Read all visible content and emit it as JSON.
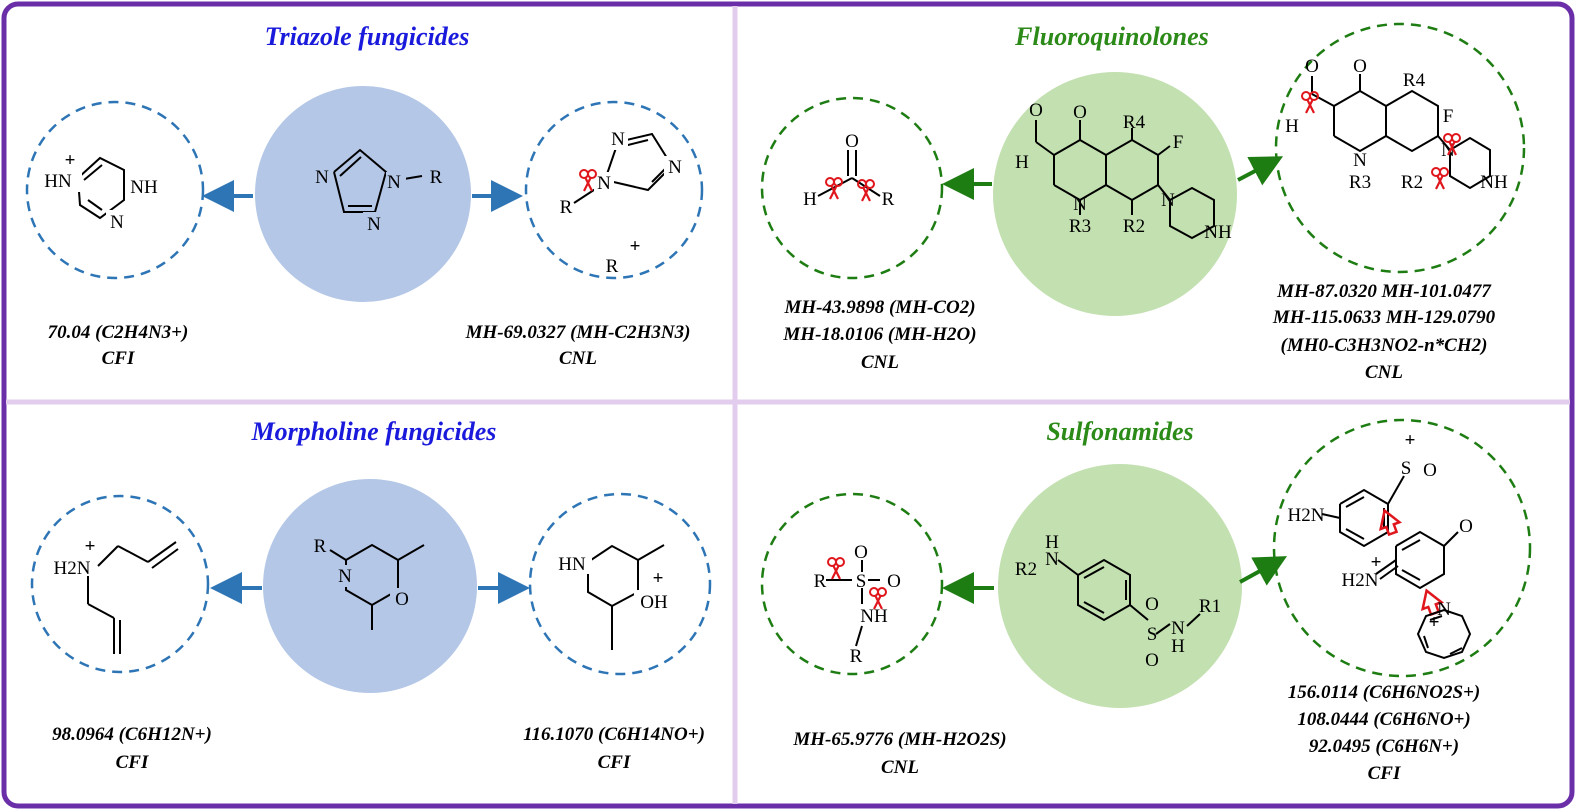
{
  "colors": {
    "frame": "#6a2fa8",
    "divider": "#e2cdee",
    "blue_title": "#1a1adc",
    "green_title": "#2c8a18",
    "blue_fill": "#b4c7e7",
    "green_fill": "#c3e0b1",
    "blue_dash": "#2e75b6",
    "green_dash": "#1e7d12",
    "scissors": "#e0161c"
  },
  "panels": {
    "triazole": {
      "title": "Triazole fungicides",
      "left_caption": [
        "70.04 (C2H4N3+)",
        "CFI"
      ],
      "right_caption": [
        "MH-69.0327 (MH-C2H3N3)",
        "CNL"
      ],
      "center_atoms": [
        "N",
        "N",
        "N",
        "R"
      ],
      "left_atoms": [
        "HN",
        "NH",
        "N",
        "+"
      ],
      "right_atoms": [
        "N",
        "N",
        "N",
        "R",
        "R",
        "+"
      ]
    },
    "fluoroquinolones": {
      "title": "Fluoroquinolones",
      "left_caption": [
        "MH-43.9898 (MH-CO2)",
        "MH-18.0106 (MH-H2O)",
        "CNL"
      ],
      "right_caption": [
        "MH-87.0320    MH-101.0477",
        "MH-115.0633    MH-129.0790",
        "(MH0-C3H3NO2-n*CH2)",
        "CNL"
      ],
      "center_atoms": [
        "O",
        "O",
        "H",
        "F",
        "R4",
        "N",
        "R3",
        "R2",
        "N",
        "NH"
      ],
      "left_atoms": [
        "O",
        "H",
        "R"
      ],
      "right_atoms": [
        "O",
        "O",
        "H",
        "F",
        "R4",
        "N",
        "R3",
        "R2",
        "N",
        "NH"
      ]
    },
    "morpholine": {
      "title": "Morpholine fungicides",
      "left_caption": [
        "98.0964 (C6H12N+)",
        "CFI"
      ],
      "right_caption": [
        "116.1070 (C6H14NO+)",
        "CFI"
      ],
      "center_atoms": [
        "R",
        "N",
        "O"
      ],
      "left_atoms": [
        "H2N",
        "+"
      ],
      "right_atoms": [
        "HN",
        "OH",
        "+"
      ]
    },
    "sulfonamides": {
      "title": "Sulfonamides",
      "left_caption": [
        "MH-65.9776 (MH-H2O2S)",
        "CNL"
      ],
      "right_caption": [
        "156.0114 (C6H6NO2S+)",
        "108.0444 (C6H6NO+)",
        "92.0495 (C6H6N+)",
        "CFI"
      ],
      "center_atoms": [
        "H",
        "N",
        "R2",
        "S",
        "O",
        "O",
        "N",
        "H",
        "R1"
      ],
      "left_atoms": [
        "R",
        "S",
        "O",
        "O",
        "NH",
        "R"
      ],
      "right_atoms": [
        "S",
        "O",
        "+",
        "H2N",
        "O",
        "H2N",
        "+",
        "N",
        "+"
      ]
    }
  }
}
